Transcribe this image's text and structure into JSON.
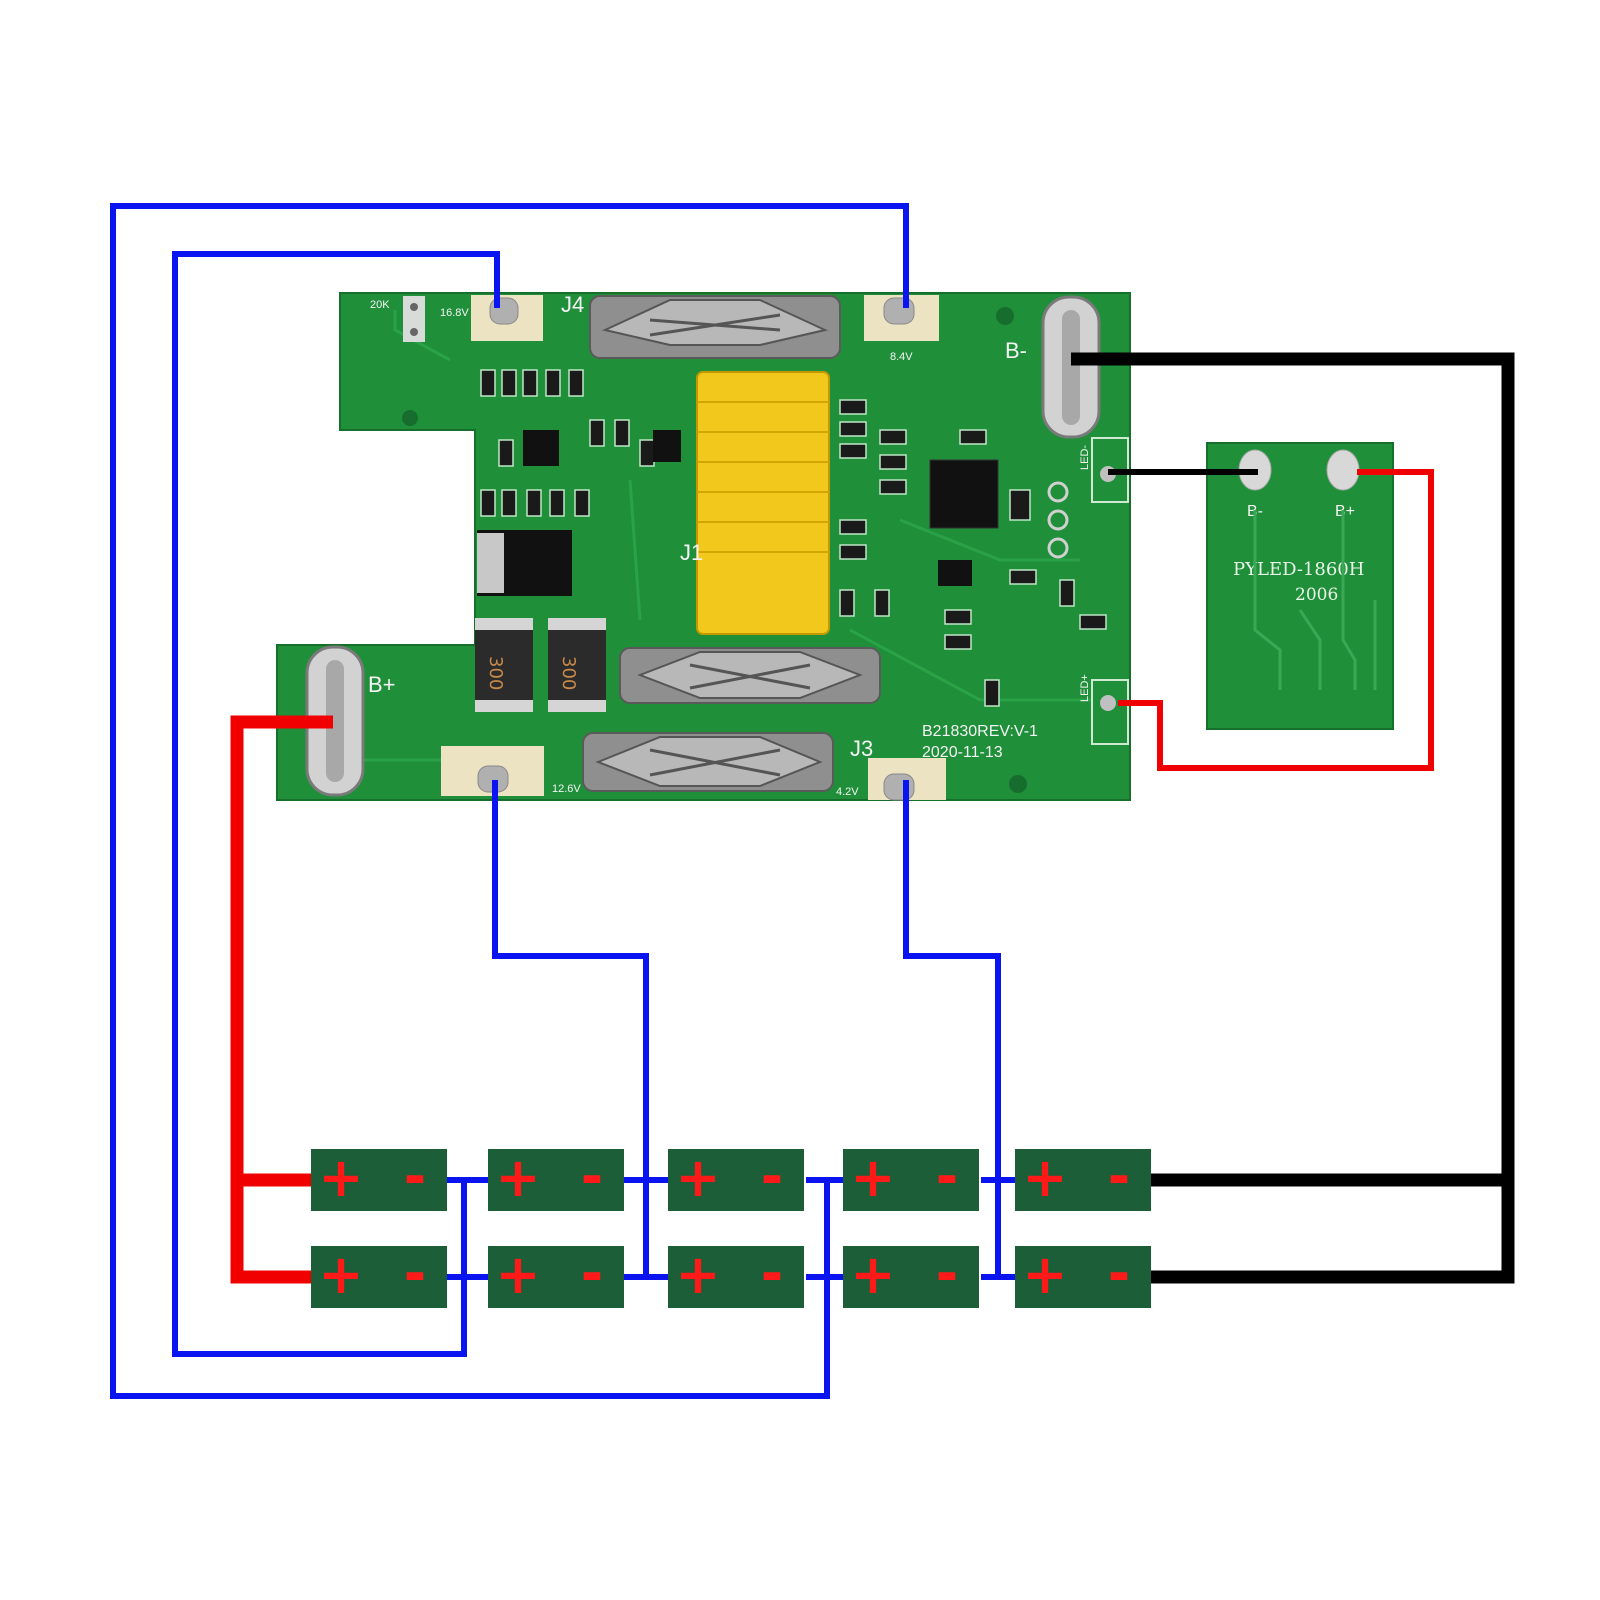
{
  "colors": {
    "wire_blue": "#0a14f0",
    "wire_red": "#f00000",
    "wire_black": "#000000",
    "pcb_green": "#1f8f3a",
    "cell_green": "#1b5e38",
    "terminal_yellow": "#f2c81c"
  },
  "main_board": {
    "pad_16v8": "16.8V",
    "pad_8v4": "8.4V",
    "pad_12v6": "12.6V",
    "pad_4v2": "4.2V",
    "b_minus": "B-",
    "b_plus": "B+",
    "j4": "J4",
    "j3": "J3",
    "j1": "J1",
    "res_20k": "20K",
    "res_300_a": "300",
    "res_300_b": "300",
    "led_minus": "LED-",
    "led_plus": "LED+",
    "model": "B21830REV:V-1",
    "date": "2020-11-13"
  },
  "led_board": {
    "b_minus": "B-",
    "b_plus": "B+",
    "model": "PYLED-1860H",
    "code": "2006"
  },
  "cells": {
    "plus_sign": "+",
    "minus_sign": "-",
    "rows": 2,
    "columns": 5
  }
}
